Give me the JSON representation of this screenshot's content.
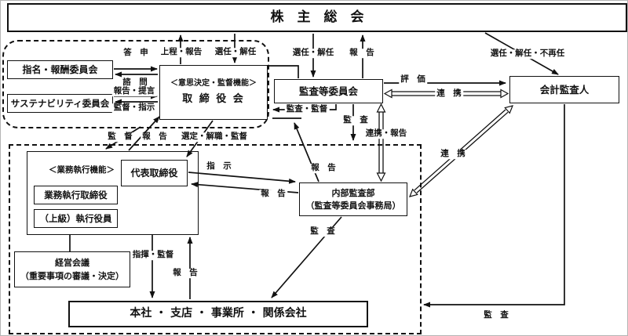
{
  "diagram": "corporate-governance-structure",
  "colors": {
    "line": "#111111",
    "border": "#111111",
    "background": "#ffffff"
  },
  "boxes": {
    "shareholders": "株　主　総　会",
    "nomination_committee": "指名・報酬委員会",
    "sustainability_committee": "サステナビリティ委員会",
    "board_caption": "＜意思決定・監督機能＞",
    "board": "取 締 役 会",
    "audit_committee": "監査等委員会",
    "accounting_auditor": "会計監査人",
    "exec_caption": "＜業務執行機能＞",
    "representative_director": "代表取締役",
    "executive_directors": "業務執行取締役",
    "senior_officers": "（上級）執行役員",
    "management_meeting_line1": "経営会議",
    "management_meeting_line2": "（重要事項の審議・決定）",
    "internal_audit_line1": "内部監査部",
    "internal_audit_line2": "（監査等委員会事務局）",
    "offices": "本社 ・ 支店 ・ 事業所 ・ 関係会社"
  },
  "labels": {
    "toshin": "答　申",
    "shimon": "諮　問",
    "hokoku_teigen": "報告・提言",
    "kantoku_shiji": "監督・指示",
    "jotei_hokoku": "上程・報告",
    "sennin_kainin_board": "選任・解任",
    "sennin_kainin_audit": "選任・解任",
    "hokoku_sokai": "報　告",
    "sennin_kainin_fusainin": "選任・解任・不再任",
    "hyoka": "評　価",
    "renkei_yoko": "連　携",
    "kansa_kantoku": "監査・監督",
    "kansa_iinkai": "監　査",
    "renkei_hokoku": "連携・報告",
    "renkei_naname": "連　携",
    "kantoku": "監　督",
    "hokoku_torishimari": "報　告",
    "sentei_kaishoku_kantoku": "選定・解職・監督",
    "shiji": "指　示",
    "hokoku_naibu_board": "報　告",
    "hokoku_naibu_daihyo": "報　告",
    "kansa_naibu": "監　査",
    "shiki_kantoku": "指揮・監督",
    "hokoku_honsha": "報　告",
    "kansa_kaikei": "監　査"
  }
}
